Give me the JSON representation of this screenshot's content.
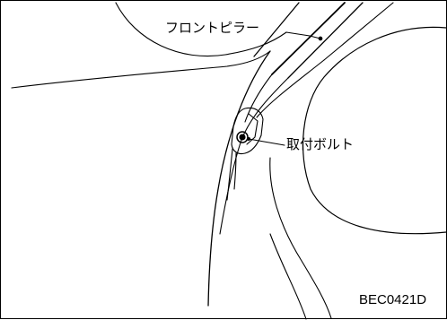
{
  "callouts": {
    "front_pillar": "フロントピラー",
    "mounting_bolt": "取付ボルト"
  },
  "figure_code": "BEC0421D"
}
